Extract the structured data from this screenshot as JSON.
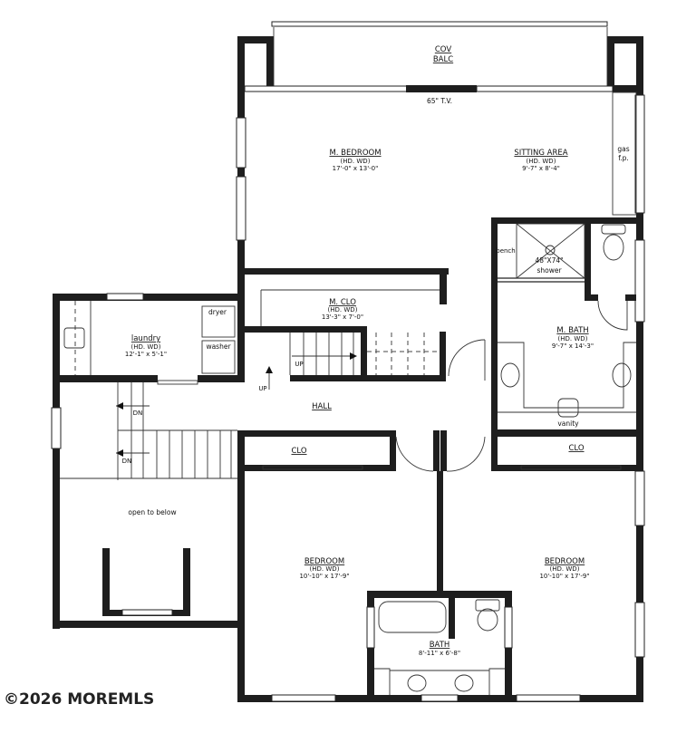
{
  "rooms": {
    "balcony": {
      "line1": "COV",
      "line2": "BALC"
    },
    "tv": "65\" T.V.",
    "master_bedroom": {
      "name": "M. BEDROOM",
      "spec": "(HD. WD)",
      "size": "17'-0\" x 13'-0\""
    },
    "sitting_area": {
      "name": "SITTING AREA",
      "spec": "(HD. WD)",
      "size": "9'-7\" x 8'-4\""
    },
    "fireplace": {
      "line1": "gas",
      "line2": "f.p."
    },
    "shower": {
      "bench": "bench",
      "size": "48\"X74\"",
      "name": "shower"
    },
    "master_closet": {
      "name": "M. CLO",
      "spec": "(HD. WD)",
      "size": "13'-3\" x 7'-0\""
    },
    "master_bath": {
      "name": "M. BATH",
      "spec": "(HD. WD)",
      "size": "9'-7\" x 14'-3\"",
      "vanity": "vanity"
    },
    "laundry": {
      "name": "laundry",
      "spec": "(HD. WD)",
      "size": "12'-1\" x 5'-1\"",
      "dryer": "dryer",
      "washer": "washer"
    },
    "hall": {
      "name": "HALL"
    },
    "stairs": {
      "up1": "UP",
      "up2": "UP",
      "dn1": "DN",
      "dn2": "DN"
    },
    "closet_left": {
      "name": "CLO"
    },
    "closet_right": {
      "name": "CLO"
    },
    "open_to_below": "open to below",
    "bedroom_left": {
      "name": "BEDROOM",
      "spec": "(HD. WD)",
      "size": "10'-10\" x 17'-9\""
    },
    "bedroom_right": {
      "name": "BEDROOM",
      "spec": "(HD. WD)",
      "size": "10'-10\" x 17'-9\""
    },
    "bath": {
      "name": "BATH",
      "size": "8'-11\" x 6'-8\""
    }
  },
  "watermark": "©2026 MOREMLS"
}
